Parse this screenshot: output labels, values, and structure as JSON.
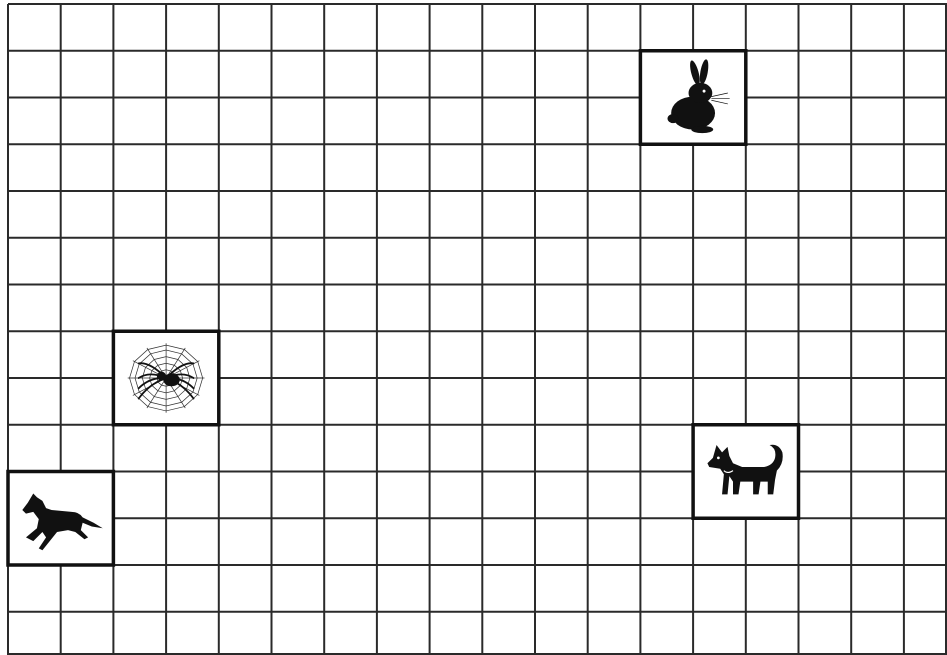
{
  "board": {
    "rows": 14,
    "cols": 18,
    "line_color": "#2a2a2a",
    "background": "#ffffff",
    "animal_fill": "#111111"
  },
  "animals": [
    {
      "name": "rabbit-icon",
      "animal": "rabbit",
      "row": 1,
      "col": 12,
      "row_span": 2,
      "col_span": 2
    },
    {
      "name": "spider-icon",
      "animal": "spider",
      "row": 7,
      "col": 2,
      "row_span": 2,
      "col_span": 2
    },
    {
      "name": "horse-icon",
      "animal": "horse",
      "row": 10,
      "col": 0,
      "row_span": 2,
      "col_span": 2
    },
    {
      "name": "dog-icon",
      "animal": "dog",
      "row": 9,
      "col": 13,
      "row_span": 2,
      "col_span": 2
    }
  ]
}
